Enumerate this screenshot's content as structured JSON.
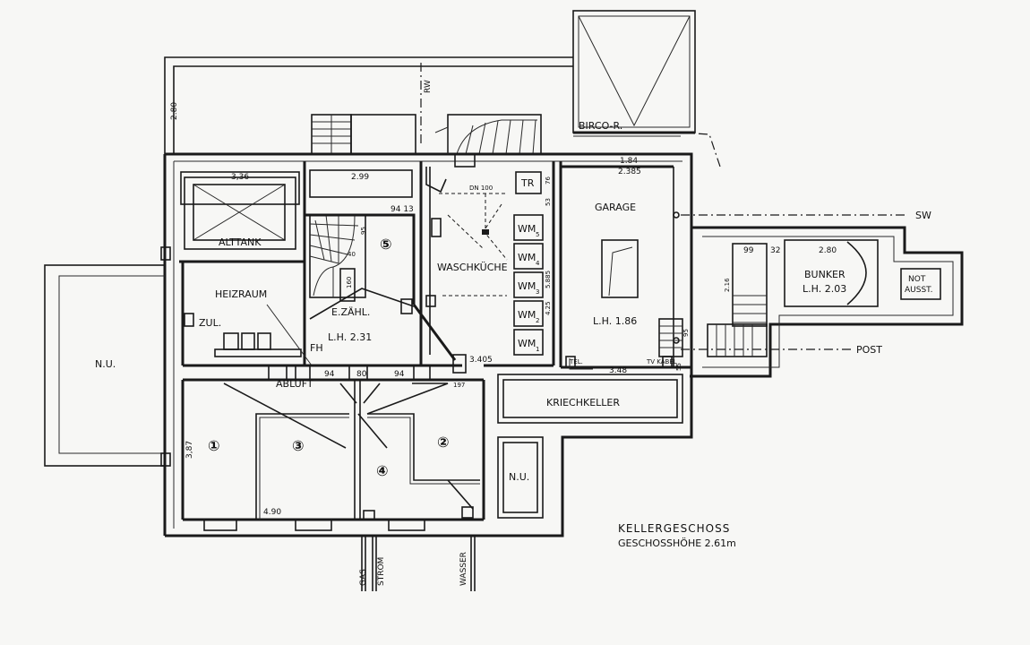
{
  "title": "KELLERGESCHOSS",
  "subtitle": "GESCHOSSHÖHE 2.61m",
  "rooms": {
    "alttank": "ALTTANK",
    "heizraum": "HEIZRAUM",
    "zul": "ZUL.",
    "fh": "FH",
    "abluft": "ABLUFT",
    "ezahl": "E.ZÄHL.",
    "lh_stair": "L.H. 2.31",
    "waschkuche": "WASCHKÜCHE",
    "tr": "TR",
    "garage": "GARAGE",
    "lh_garage": "L.H. 1.86",
    "bunker": "BUNKER",
    "lh_bunker": "L.H. 2.03",
    "notausst_1": "NOT",
    "notausst_2": "AUSST.",
    "kriechkeller": "KRIECHKELLER",
    "nu_left": "N.U.",
    "nu_right": "N.U.",
    "birco": "BIRCO-R.",
    "tel": "TEL.",
    "tvkabel": "TV KABEL",
    "dn100": "DN 100"
  },
  "wm_labels": [
    "WM",
    "WM",
    "WM",
    "WM",
    "WM"
  ],
  "wm_nums": [
    "5",
    "4",
    "3",
    "2",
    "1"
  ],
  "room_numbers": [
    "①",
    "②",
    "③",
    "④",
    "⑤"
  ],
  "dimensions": {
    "d280_left": "2.80",
    "d336": "3,36",
    "d299": "2.99",
    "d94_13": "94 13",
    "d95": "95",
    "d40": "40",
    "d160": "160",
    "d184": "1.84",
    "d2385": "2.385",
    "d76": "76",
    "d53": "53",
    "d425": "4.25",
    "d5885": "5.885",
    "d3405": "3.405",
    "d348": "3.48",
    "d55": "55",
    "d95_garage": "95",
    "d99": "99",
    "d32": "32",
    "d280_bunker": "2.80",
    "d216": "2.16",
    "d94_a": "94",
    "d80": "80",
    "d94_b": "94",
    "d197": "197",
    "d387": "3,87",
    "d490": "4.90"
  },
  "lines": {
    "rw": "RW",
    "sw": "SW",
    "post": "POST",
    "gas": "GAS",
    "strom": "STROM",
    "wasser": "WASSER"
  }
}
